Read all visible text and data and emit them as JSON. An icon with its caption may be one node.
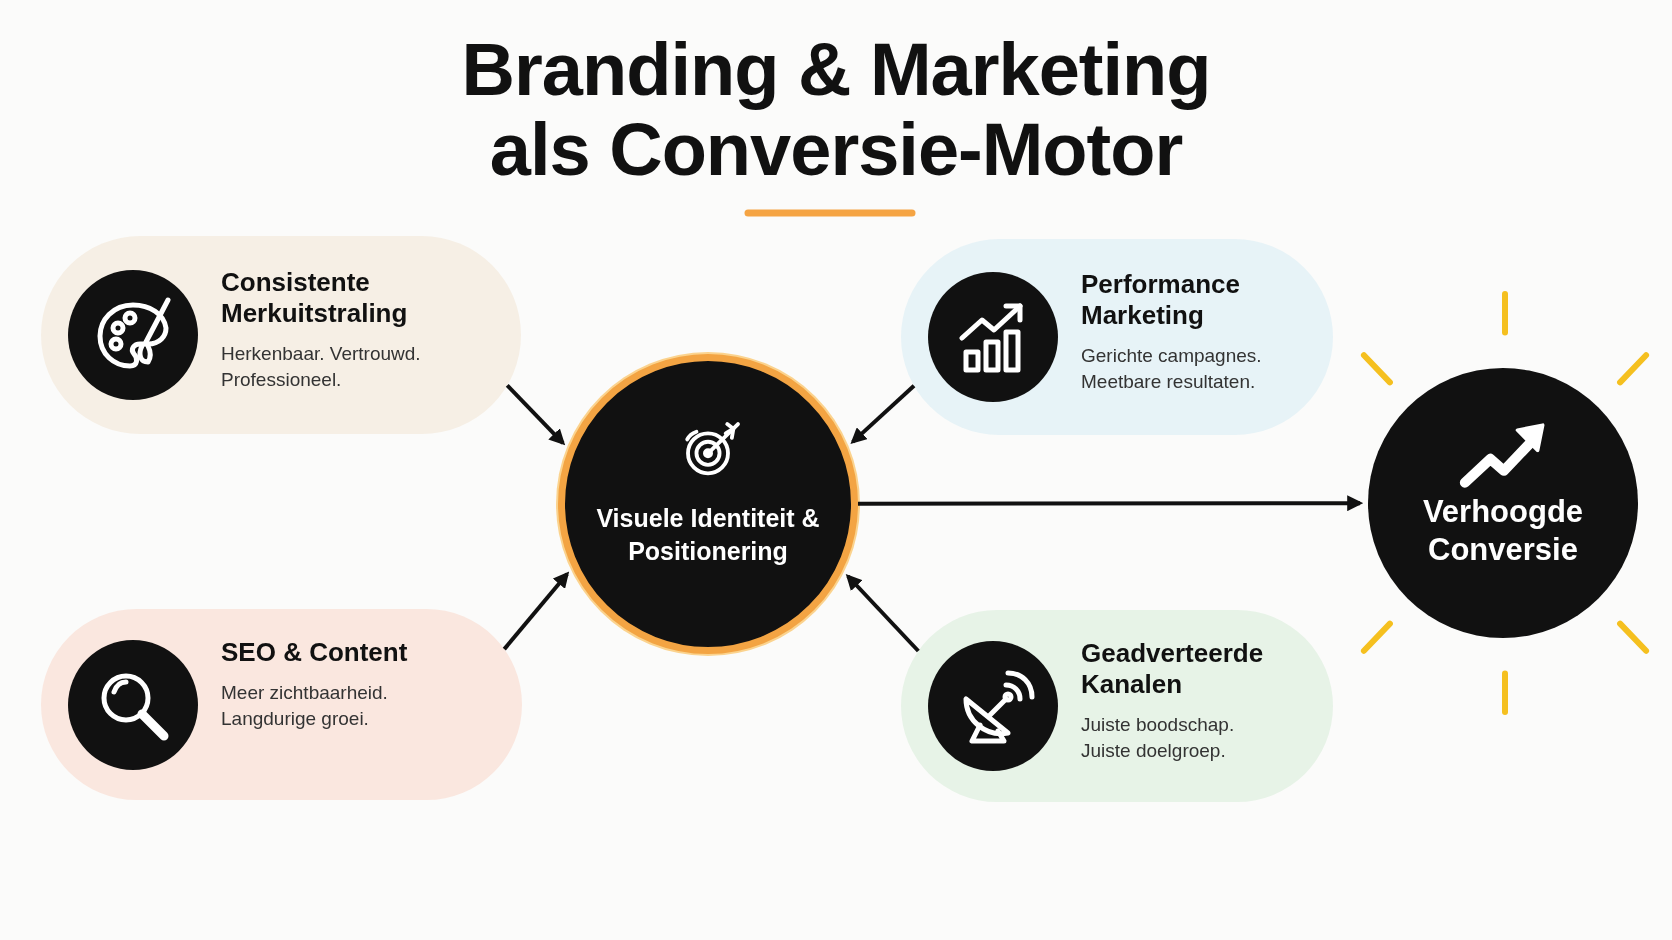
{
  "diagram": {
    "title": "Branding & Marketing als Conversie-Motor",
    "nodes": [
      {
        "text": [
          "Consistente Merkuitstraling",
          "Herkenbaar. Vertrouwd. Professioneel."
        ]
      },
      {
        "text": [
          "Performance Marketing",
          "Gerichte campagnes. Meetbare resultaten."
        ]
      },
      {
        "text": [
          "SEO & Content",
          "Meer zichtbaarheid. Langdurige groei."
        ]
      },
      {
        "text": [
          "Geadverteerde Kanalen",
          "Juiste boodschap. Juiste doelgroep."
        ]
      },
      {
        "text": [
          "Visuele Identiteit & Positionering"
        ]
      },
      {
        "text": [
          "Verhoogde Conversie"
        ]
      }
    ],
    "edges": [
      {
        "from": 0,
        "to": 4,
        "arrow": "to"
      },
      {
        "from": 1,
        "to": 4,
        "arrow": "to"
      },
      {
        "from": 2,
        "to": 4,
        "arrow": "to"
      },
      {
        "from": 3,
        "to": 4,
        "arrow": "to"
      },
      {
        "from": 4,
        "to": 5,
        "arrow": "to"
      }
    ]
  }
}
